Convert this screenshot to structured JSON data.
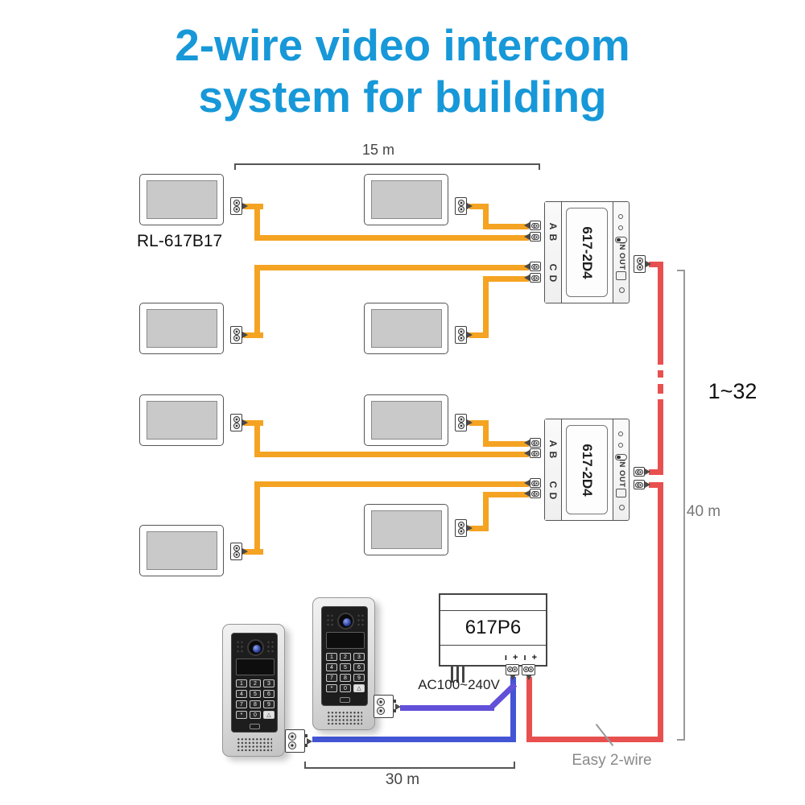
{
  "title": {
    "line1": "2-wire video intercom",
    "line2": "system for building"
  },
  "labels": {
    "monitor_model": "RL-617B17",
    "distributor_model": "617-2D4",
    "distributor_terminals": [
      "A",
      "B",
      "C",
      "D"
    ],
    "distributor_io": "IN OUT",
    "psu_model": "617P6",
    "psu_terminals": "ı + ı +",
    "ac_input": "AC100~240V",
    "easy_wire": "Easy 2-wire"
  },
  "dimensions": {
    "top_span": "15 m",
    "bottom_span": "30 m",
    "riser_height": "40 m",
    "riser_range": "1~32"
  },
  "door_station": {
    "keys": [
      "1",
      "2",
      "3",
      "4",
      "5",
      "6",
      "7",
      "8",
      "9",
      "*",
      "0",
      "△"
    ]
  },
  "colors": {
    "title_blue": "#1798d8",
    "wire_orange": "#f5a322",
    "wire_red": "#e85050",
    "wire_blue": "#4355d4",
    "wire_purple": "#6150d8",
    "screen_gray": "#c9c9c9"
  }
}
